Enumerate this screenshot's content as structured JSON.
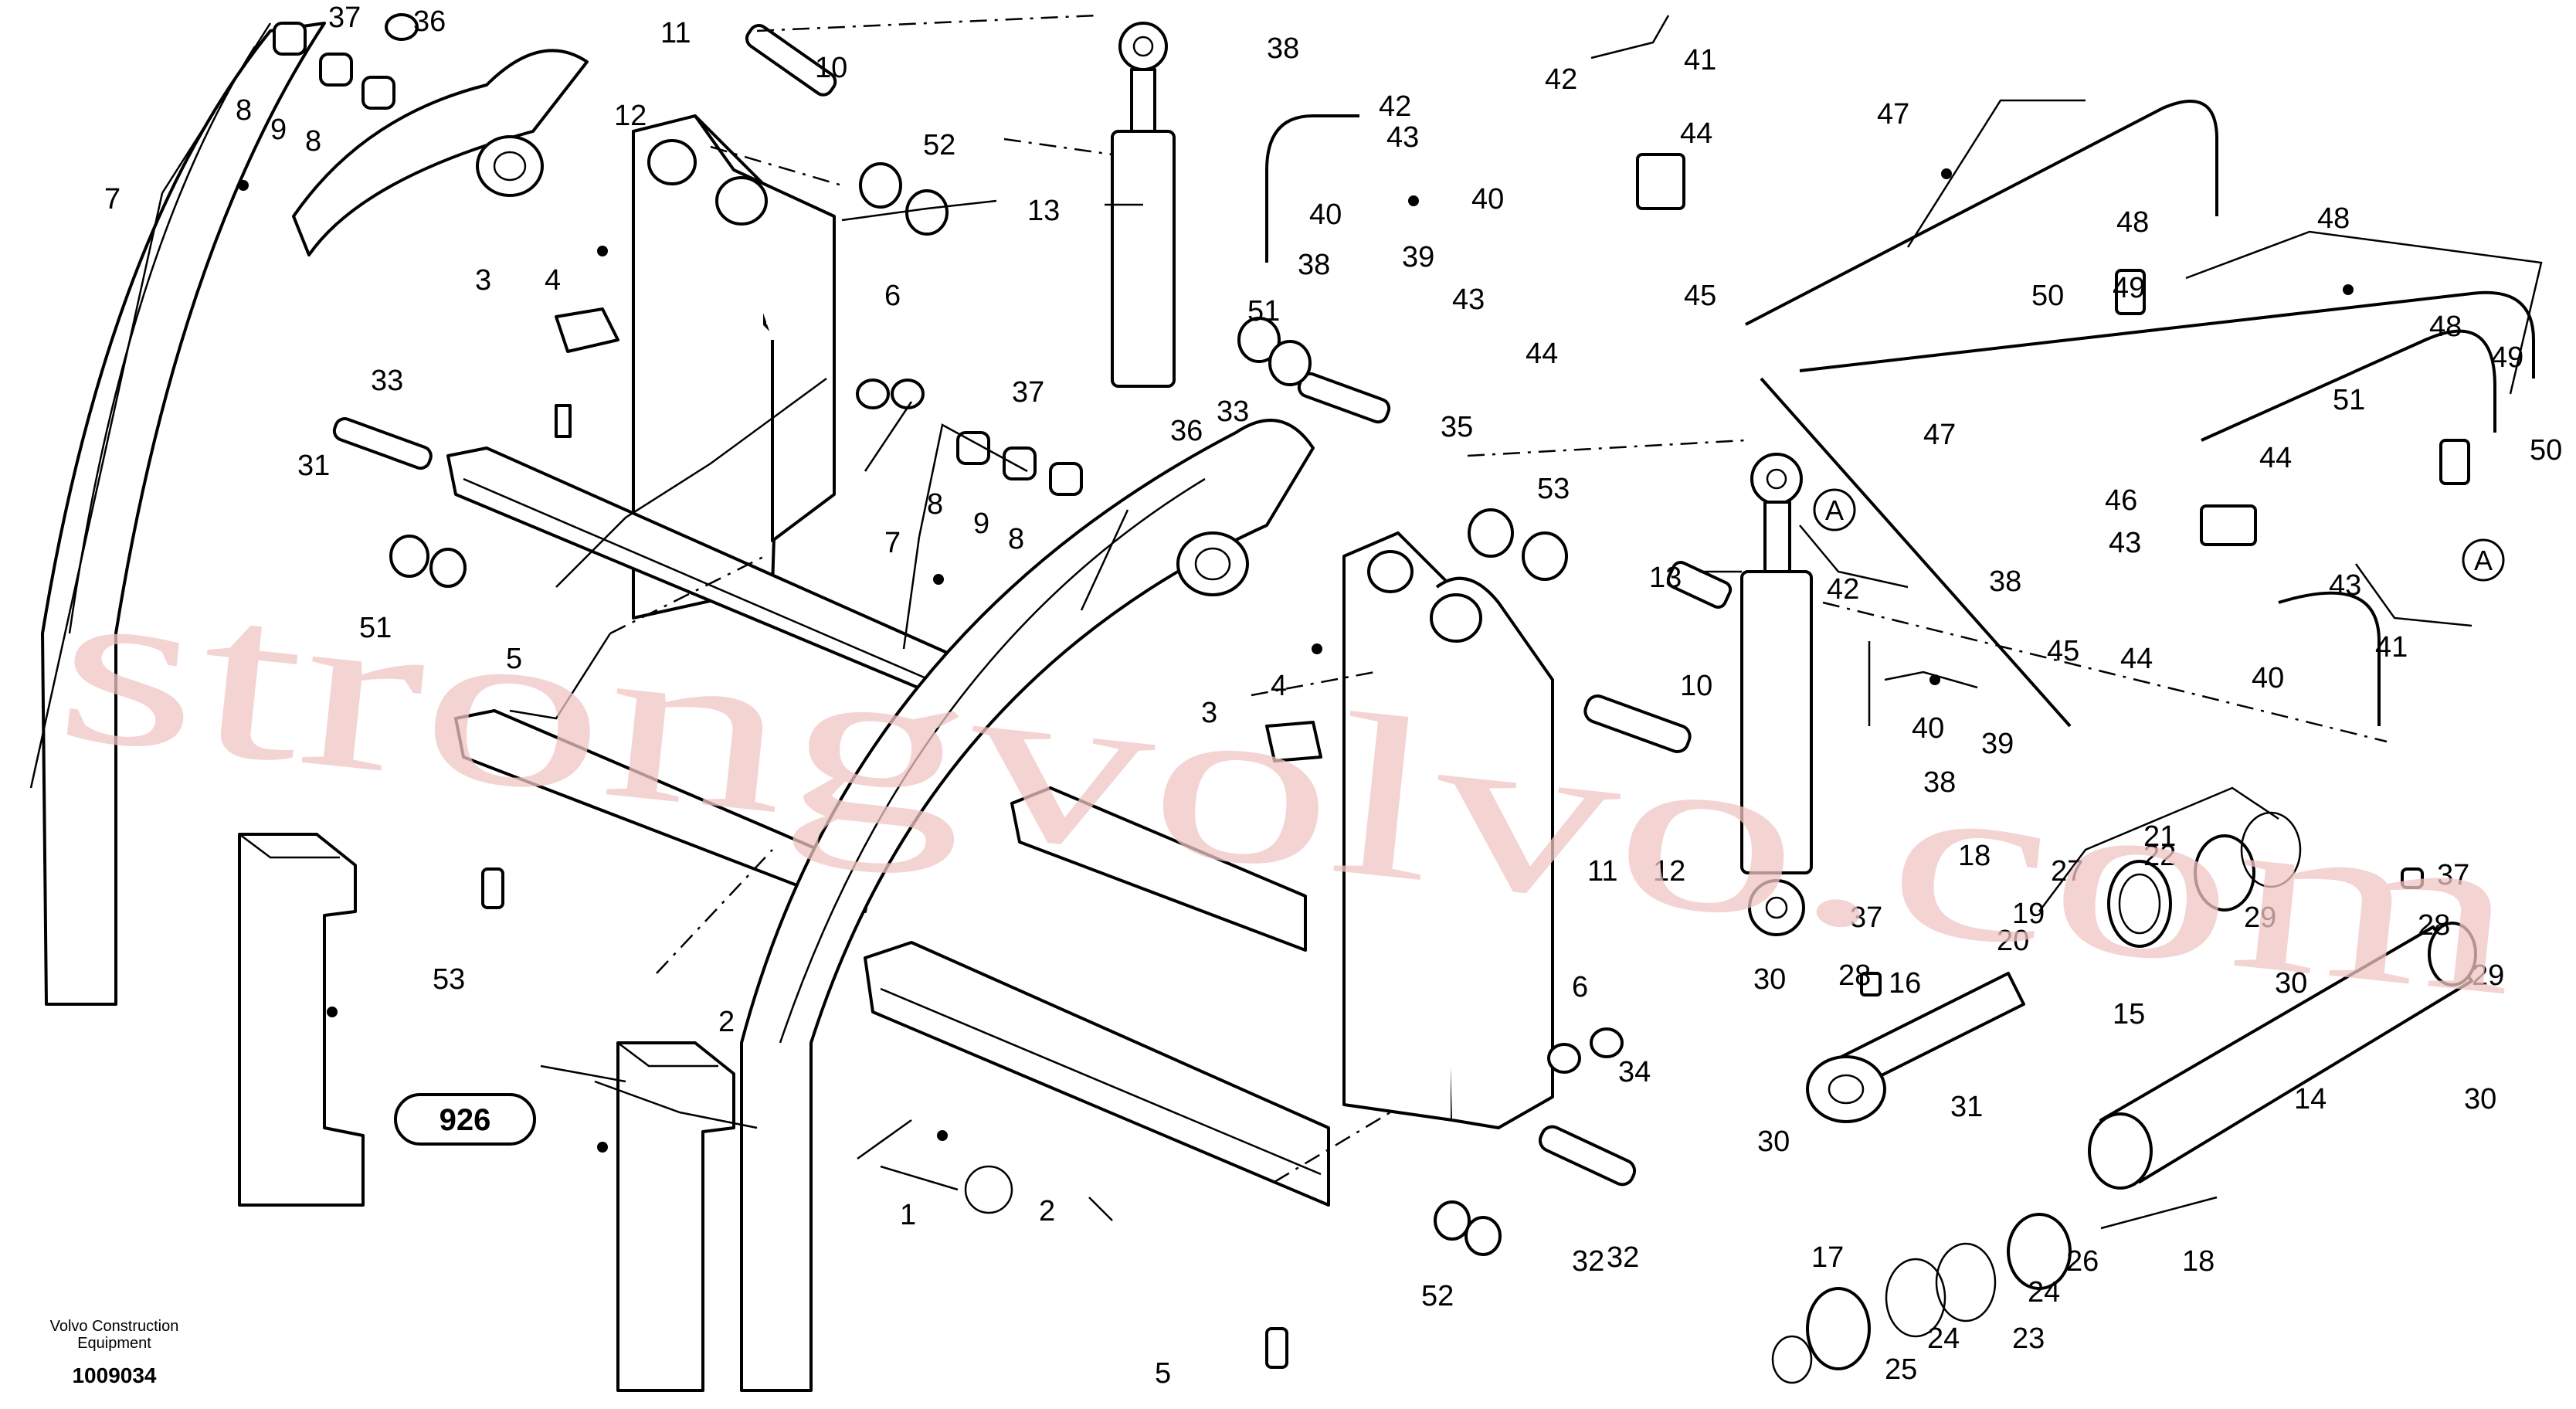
{
  "watermark": "strongvolvo.com",
  "company": "Volvo Construction Equipment",
  "company_lines": [
    "Volvo Construction",
    "Equipment"
  ],
  "drawing_number": "1009034",
  "reference_label": "926",
  "section_markers": [
    "A",
    "A"
  ],
  "callouts": [
    "1",
    "2",
    "2",
    "3",
    "3",
    "4",
    "4",
    "5",
    "5",
    "6",
    "6",
    "7",
    "7",
    "8",
    "8",
    "8",
    "8",
    "9",
    "9",
    "10",
    "10",
    "11",
    "11",
    "12",
    "12",
    "13",
    "13",
    "14",
    "15",
    "16",
    "17",
    "18",
    "18",
    "19",
    "20",
    "21",
    "22",
    "23",
    "24",
    "24",
    "25",
    "26",
    "27",
    "28",
    "28",
    "29",
    "29",
    "30",
    "30",
    "30",
    "30",
    "31",
    "31",
    "32",
    "32",
    "33",
    "33",
    "34",
    "35",
    "36",
    "36",
    "37",
    "37",
    "37",
    "37",
    "38",
    "38",
    "38",
    "38",
    "39",
    "39",
    "40",
    "40",
    "40",
    "40",
    "41",
    "41",
    "42",
    "42",
    "42",
    "43",
    "43",
    "43",
    "43",
    "44",
    "44",
    "44",
    "44",
    "45",
    "45",
    "46",
    "47",
    "47",
    "48",
    "48",
    "48",
    "49",
    "49",
    "50",
    "50",
    "51",
    "51",
    "51",
    "52",
    "52",
    "53",
    "53"
  ]
}
